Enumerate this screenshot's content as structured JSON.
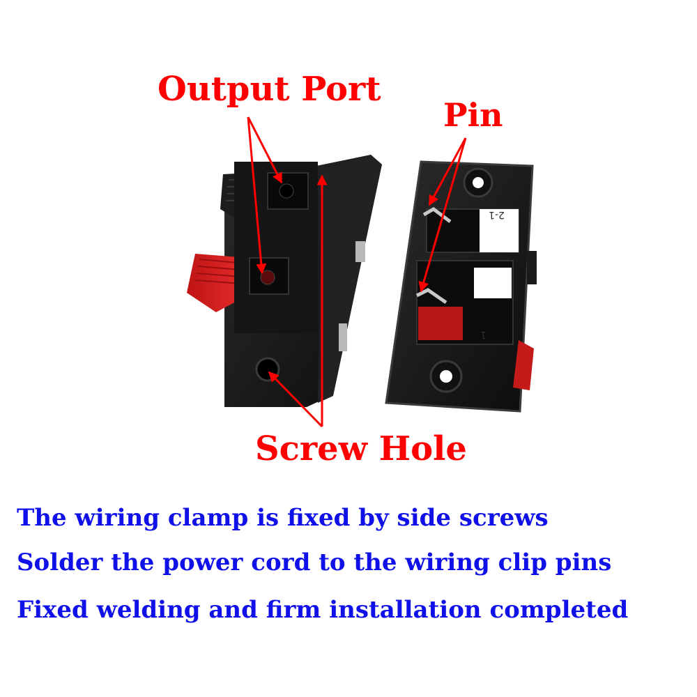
{
  "labels": {
    "output_port": "Output Port",
    "pin": "Pin",
    "screw_hole": "Screw Hole"
  },
  "captions": [
    "The wiring clamp is fixed by side screws",
    "Solder the power cord to the wiring clip pins",
    "Fixed welding and firm installation completed"
  ],
  "part_markings": {
    "top": "2-1",
    "bottom": "1"
  },
  "colors": {
    "label_red": "#ff0000",
    "caption_blue": "#1010e8",
    "body_black": "#1a1a1a",
    "lever_red": "#d81e1e"
  },
  "icons": {
    "left_part": "spring-terminal-front-photo",
    "right_part": "spring-terminal-back-photo",
    "arrows": "pointer-arrow"
  }
}
